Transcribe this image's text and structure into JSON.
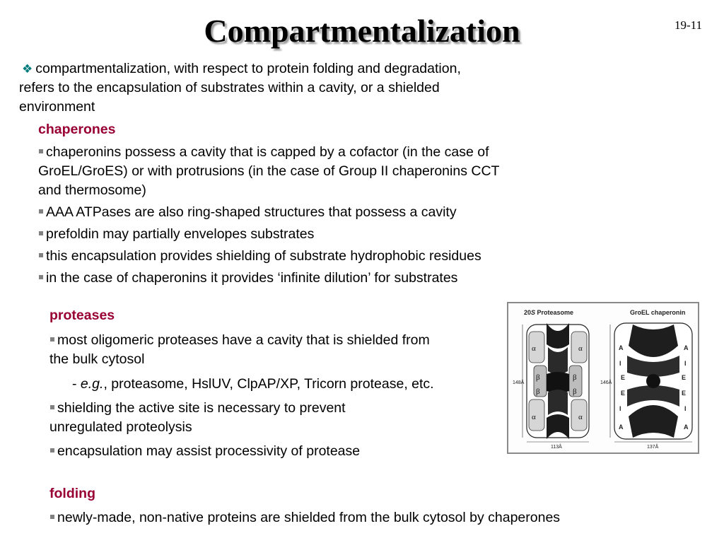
{
  "title": "Compartmentalization",
  "slide_number": "19-11",
  "intro": {
    "line1": "compartmentalization, with respect to protein folding and degradation,",
    "line2": "refers to the encapsulation of substrates within a cavity, or a shielded",
    "line3": "environment"
  },
  "chaperones": {
    "heading": "chaperones",
    "b1_line1": "chaperonins possess a cavity that is capped by a cofactor (in the case of",
    "b1_line2": "GroEL/GroES) or with protrusions (in the case of Group II chaperonins CCT",
    "b1_line3": "and thermosome)",
    "b2": "AAA ATPases are also ring-shaped structures that possess a cavity",
    "b3": "prefoldin may partially envelopes substrates",
    "b4": "this encapsulation provides shielding of substrate hydrophobic residues",
    "b5": "in the case of chaperonins it provides ‘infinite dilution’ for substrates"
  },
  "proteases": {
    "heading": "proteases",
    "b1_line1": "most oligomeric proteases have a cavity that is shielded from",
    "b1_line2": "the bulk cytosol",
    "example_prefix": "- ",
    "example_eg": "e.g.",
    "example_rest": ", proteasome, HslUV, ClpAP/XP, Tricorn protease, etc.",
    "b2_line1": "shielding the active site is necessary to prevent",
    "b2_line2": "unregulated proteolysis",
    "b3": "encapsulation may assist processivity of protease"
  },
  "folding": {
    "heading": "folding",
    "b1": "newly-made, non-native proteins are shielded from the bulk cytosol by chaperones"
  },
  "figure": {
    "left_title_num": "20",
    "left_title_italic": "S",
    "left_title_rest": " Proteasome",
    "right_title": "GroEL chaperonin",
    "alpha": "α",
    "beta": "β",
    "A": "A",
    "I": "I",
    "E": "E",
    "left_height": "148Å",
    "right_height": "146Å",
    "left_width": "113Å",
    "right_width": "137Å"
  },
  "colors": {
    "heading": "#990033",
    "diamond_bullet": "#007a7a",
    "square_bullet": "#808080"
  }
}
